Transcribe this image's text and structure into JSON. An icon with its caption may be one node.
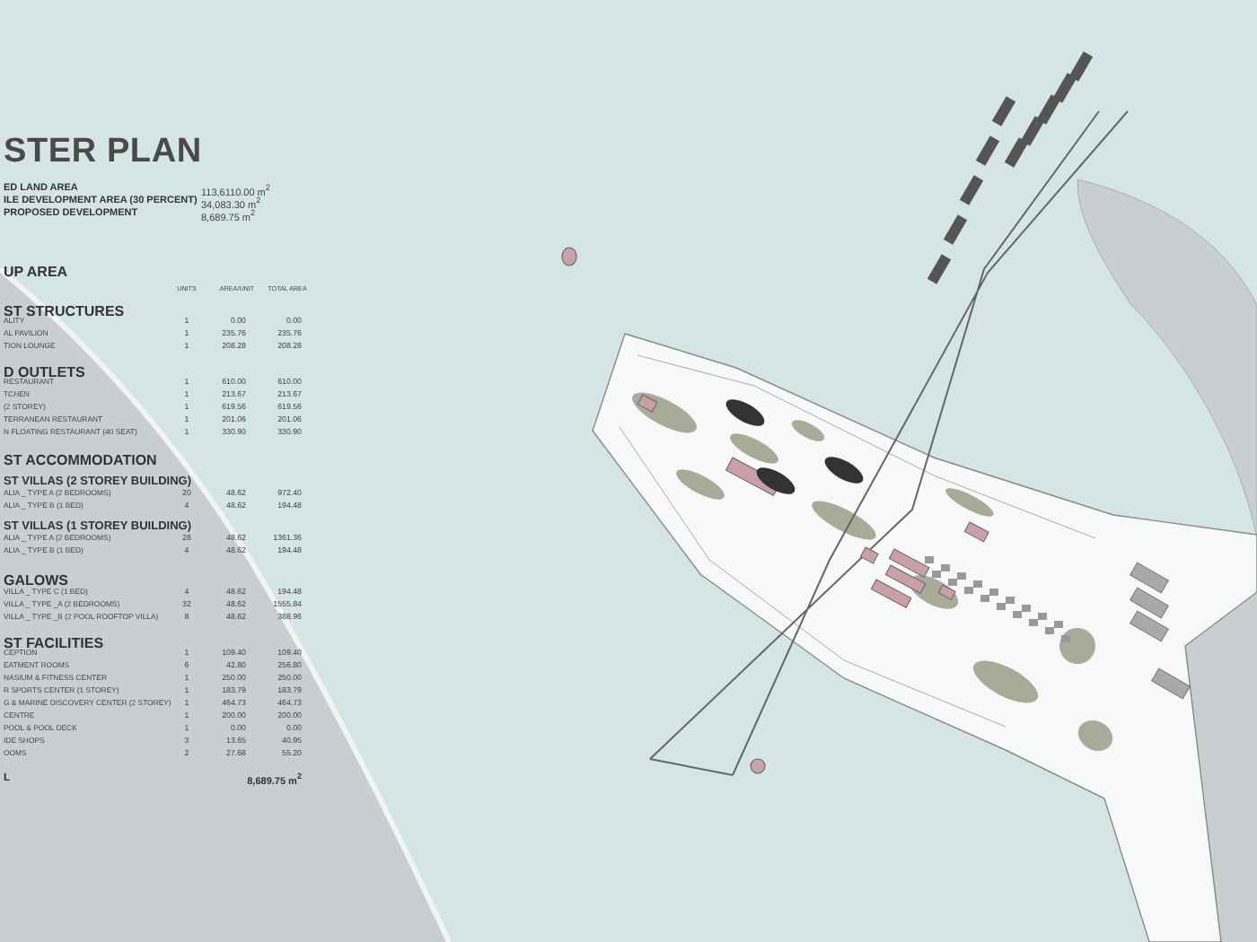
{
  "diagram": {
    "title": "STER PLAN",
    "labels": [
      "ED LAND AREA",
      "113,6110.00 m$^{2}$",
      "ILE DEVELOPMENT AREA (30 PERCENT)",
      "34,083.30 m$^{2}$",
      "PROPOSED DEVELOPMENT",
      "8,689.75 m$^{2}$",
      "UP AREA",
      "UNITS",
      "AREA/UNIT",
      "TOTAL AREA",
      "ST STRUCTURES",
      "ALITY",
      "1",
      "0.00",
      "0.00",
      "AL PAVILION",
      "1",
      "235.76",
      "235.76",
      "TION LOUNGE",
      "1",
      "208.28",
      "208.28",
      "D OUTLETS",
      "RESTAURANT",
      "1",
      "610.00",
      "610.00",
      "TCHEN",
      "1",
      "213.67",
      "213.67",
      "(2 STOREY)",
      "1",
      "619.56",
      "619.56",
      "TERRANEAN RESTAURANT",
      "1",
      "201.06",
      "201.06",
      "N FLOATING RESTAURANT (40 SEAT)",
      "1",
      "330.90",
      "330.90",
      "ST ACCOMMODATION",
      "ST VILLAS (2 STOREY BUILDING)",
      "ALIA _ TYPE A (2 BEDROOMS)",
      "20",
      "48.62",
      "972.40",
      "ALIA _ TYPE B (1 BED)",
      "4",
      "48.62",
      "194.48",
      "ST VILLAS (1 STOREY BUILDING)",
      "ALIA _ TYPE A (2 BEDROOMS)",
      "28",
      "48.62",
      "1361.36",
      "ALIA _ TYPE B (1 BED)",
      "4",
      "48.62",
      "194.48",
      "GALOWS",
      "VILLA _ TYPE C (1 BED)",
      "4",
      "48.62",
      "194.48",
      "VILLA _ TYPE _A (2 BEDROOMS)",
      "32",
      "48.62",
      "1555.84",
      "VILLA _ TYPE _B (2 POOL ROOFTOP VILLA)",
      "8",
      "48.62",
      "388.96",
      "ST FACILITIES",
      "CEPTION",
      "1",
      "109.40",
      "109.40",
      "EATMENT ROOMS",
      "6",
      "42.80",
      "256.80",
      "NASIUM & FITNESS CENTER",
      "1",
      "250.00",
      "250.00",
      "R SPORTS CENTER (1 STOREY)",
      "1",
      "183.79",
      "183.79",
      "G & MARINE DISCOVERY CENTER (2 STOREY)",
      "1",
      "464.73",
      "464.73",
      "CENTRE",
      "1",
      "200.00",
      "200.00",
      "POOL & POOL DECK",
      "1",
      "0.00",
      "0.00",
      "IDE SHOPS",
      "3",
      "13.65",
      "40.95",
      "OOMS",
      "2",
      "27.68",
      "55.20",
      "L",
      "8,689.75 m$^{2}$"
    ]
  }
}
